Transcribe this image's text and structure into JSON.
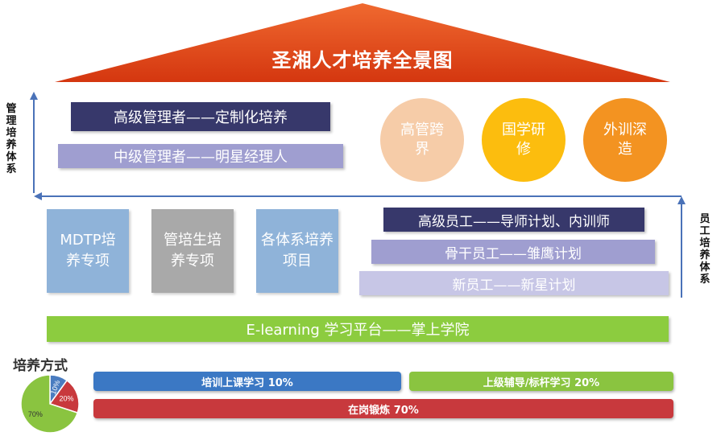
{
  "title": "圣湘人才培养全景图",
  "left_axis_label": "管理培养体系",
  "right_axis_label": "员工培养体系",
  "management": {
    "bars": [
      "高级管理者——定制化培养",
      "中级管理者——明星经理人"
    ],
    "circles": [
      {
        "label": "高管跨界",
        "color": "#f6cca8"
      },
      {
        "label": "国学研修",
        "color": "#fcbd0e"
      },
      {
        "label": "外训深造",
        "color": "#f39321"
      }
    ]
  },
  "employee": {
    "blocks": [
      {
        "label": "MDTP培养专项",
        "color": "#8fb3d9"
      },
      {
        "label": "管培生培养专项",
        "color": "#a9a9a9"
      },
      {
        "label": "各体系培养项目",
        "color": "#8fb3d9"
      }
    ],
    "bars": [
      "高级员工——导师计划、内训师",
      "骨干员工——雏鹰计划",
      "新员工——新星计划"
    ]
  },
  "platform": "E-learning 学习平台——掌上学院",
  "methods": {
    "title": "培养方式",
    "items": [
      {
        "label": "培训上课学习 10%",
        "color": "#3b78c4"
      },
      {
        "label": "上级辅导/标杆学习 20%",
        "color": "#8ac440"
      },
      {
        "label": "在岗锻炼 70%",
        "color": "#c8393d"
      }
    ]
  },
  "chart_data": {
    "type": "pie",
    "categories": [
      "培训上课学习",
      "上级辅导/标杆学习",
      "在岗锻炼"
    ],
    "values": [
      10,
      20,
      70
    ],
    "labels": [
      "10%",
      "20%",
      "70%"
    ],
    "colors": [
      "#4a7cc0",
      "#c8393d",
      "#8ac440"
    ]
  },
  "colors": {
    "roof": "#de3a12",
    "arrow": "#4a72b8",
    "platform": "#8ccc3f"
  }
}
